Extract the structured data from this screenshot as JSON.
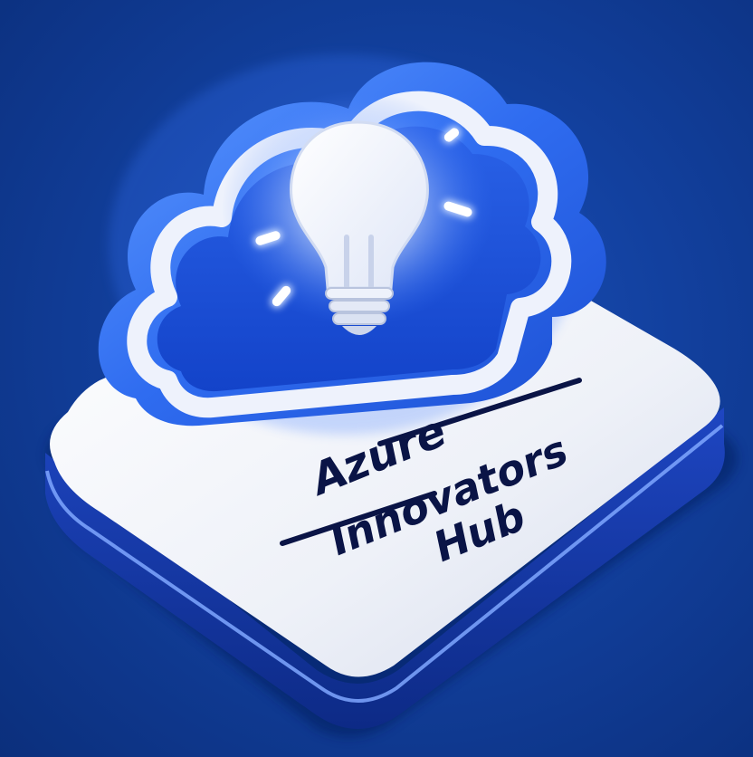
{
  "logo": {
    "line1": "Azure",
    "line2": "Innovators",
    "line3": "Hub"
  },
  "colors": {
    "background": "#12409e",
    "cloud_blue": "#2f6cf0",
    "cloud_rim": "#e9eefb",
    "base_top": "#f3f5fb",
    "base_side": "#1537a3",
    "glow": "#b8d2ff",
    "text": "#0a1446"
  },
  "icons": {
    "main": "cloud-icon",
    "center": "lightbulb-icon"
  }
}
